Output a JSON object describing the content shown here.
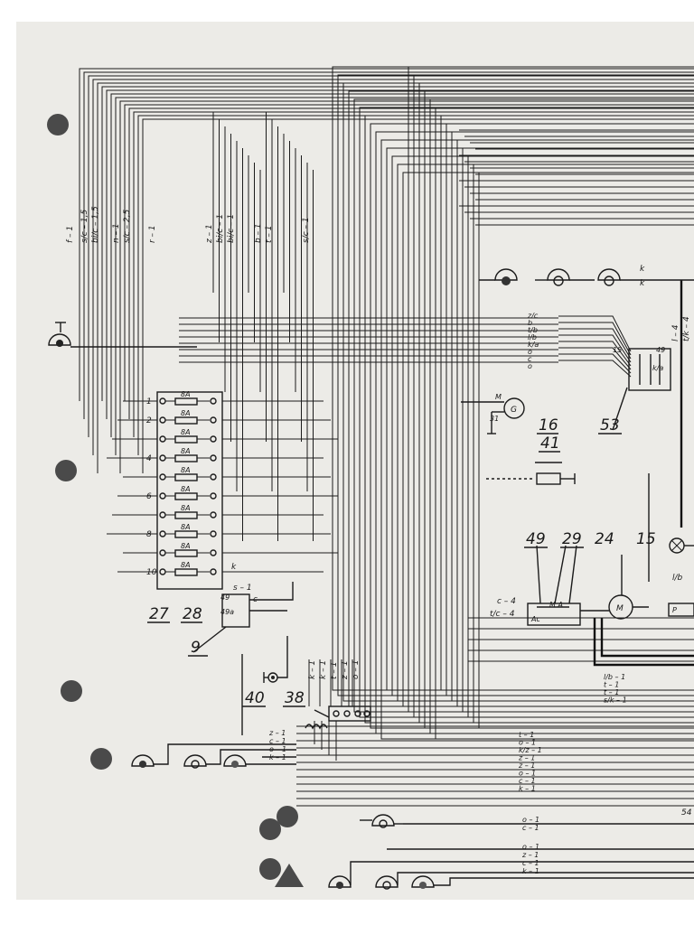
{
  "components": [
    {
      "id": "c9",
      "label": "9"
    },
    {
      "id": "c15",
      "label": "15"
    },
    {
      "id": "c16",
      "label": "16"
    },
    {
      "id": "c24",
      "label": "24"
    },
    {
      "id": "c27",
      "label": "27"
    },
    {
      "id": "c28",
      "label": "28"
    },
    {
      "id": "c29",
      "label": "29"
    },
    {
      "id": "c38",
      "label": "38"
    },
    {
      "id": "c40",
      "label": "40"
    },
    {
      "id": "c41",
      "label": "41"
    },
    {
      "id": "c49",
      "label": "49"
    },
    {
      "id": "c53",
      "label": "53"
    }
  ],
  "fuse_box": {
    "row_numbers": [
      "1",
      "2",
      "",
      "4",
      "",
      "6",
      "",
      "8",
      "",
      "10"
    ],
    "fuse_rating": "8A"
  },
  "vertical_wire_codes": [
    "f – 1",
    "s/c – 1,5",
    "bi/c – 1,5",
    "n – 1",
    "s/c – 2,5",
    "r – 1",
    "z – 1",
    "bi/c – 1",
    "bi/c – 1",
    "b – 1",
    "t – 1",
    "s/c – 1"
  ],
  "misc_labels": {
    "s1": "s – 1",
    "k1": "k",
    "k2": "k",
    "k3": "k",
    "c": "c",
    "p49": "49",
    "p49a": "49a",
    "g": "G",
    "g_term1": "M",
    "g_term2": "31",
    "motor": "M",
    "c4": "c – 4",
    "tc4": "t/c – 4",
    "lb": "l/b",
    "p_box": "P",
    "sw_codes": [
      "z/c",
      "b",
      "t/b",
      "l/b",
      "k/a",
      "o",
      "c",
      "o"
    ],
    "r53_codes": [
      "15",
      "49",
      "k/a"
    ],
    "m_codes": [
      "M A",
      "Ac"
    ],
    "right_codes": [
      "l – 4",
      "t/k – 4"
    ],
    "wire38_codes": [
      "k – 1",
      "k – 1",
      "t – 1",
      "z – 1",
      "o – 1"
    ],
    "lamp_left_codes": [
      "z – 1",
      "c – 1",
      "o – 1",
      "k – 1"
    ],
    "bottom_codes_a": [
      "t – 1",
      "o – 1",
      "k/z – 1",
      "z – 1",
      "z – 1",
      "o – 1",
      "c – 1",
      "k – 1"
    ],
    "bottom_codes_b": [
      "l/b – 1",
      "t – 1",
      "t – 1",
      "s/k – 1"
    ],
    "bottom_codes_c": [
      "o – 1",
      "c – 1"
    ],
    "bottom_codes_d": [
      "o – 1",
      "z – 1",
      "c – 1",
      "k – 1"
    ],
    "edge_54": "54"
  }
}
